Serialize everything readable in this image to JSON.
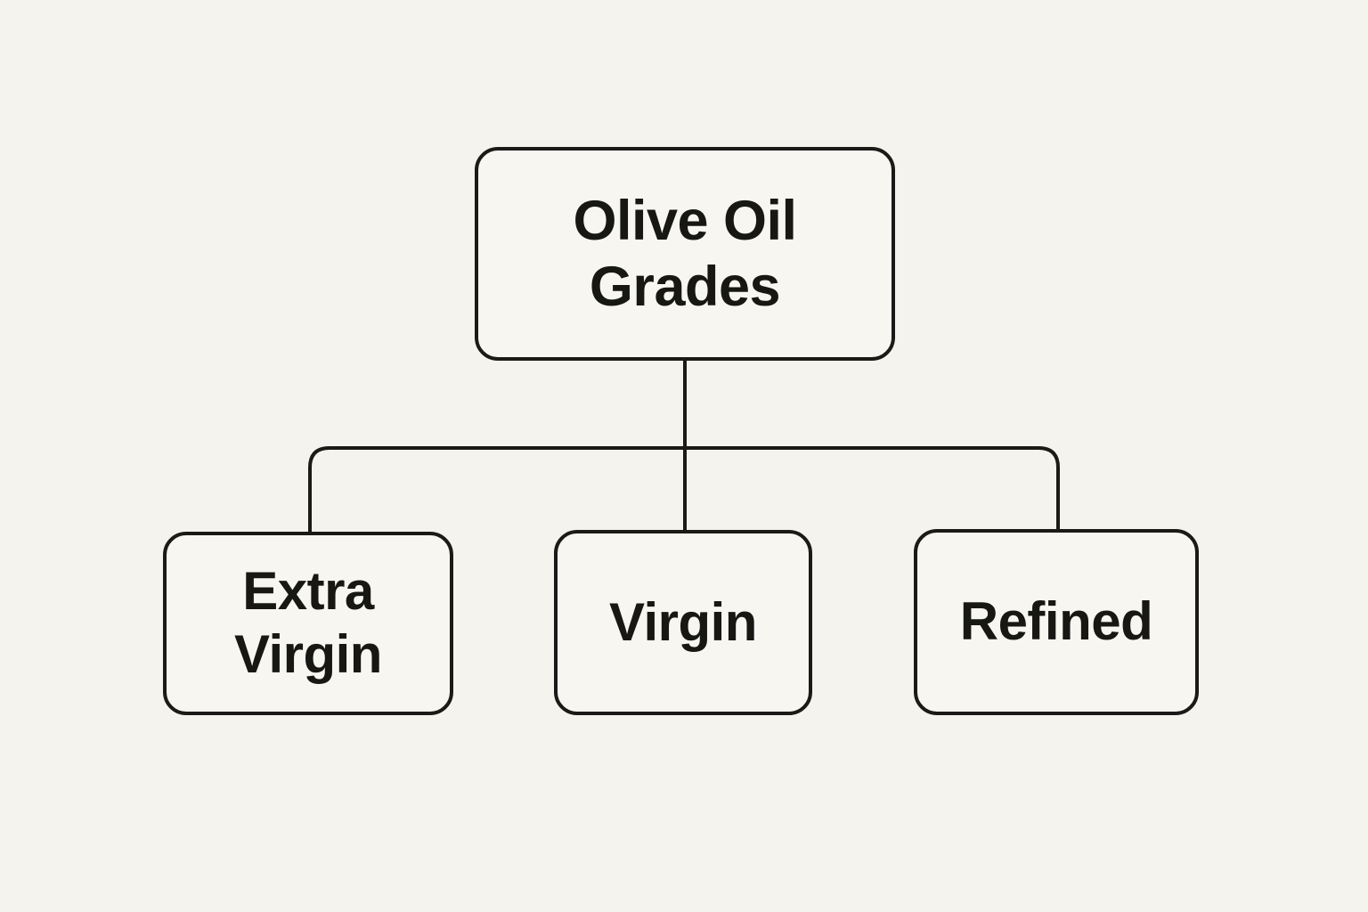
{
  "diagram": {
    "type": "tree",
    "root": {
      "label": "Olive Oil\nGrades"
    },
    "children": [
      {
        "label": "Extra\nVirgin"
      },
      {
        "label": "Virgin"
      },
      {
        "label": "Refined"
      }
    ]
  },
  "colors": {
    "background": "#f5f3ed",
    "node_fill": "#f8f6f1",
    "node_border": "#1a1a17",
    "text": "#171714",
    "connector": "#1a1a17"
  }
}
